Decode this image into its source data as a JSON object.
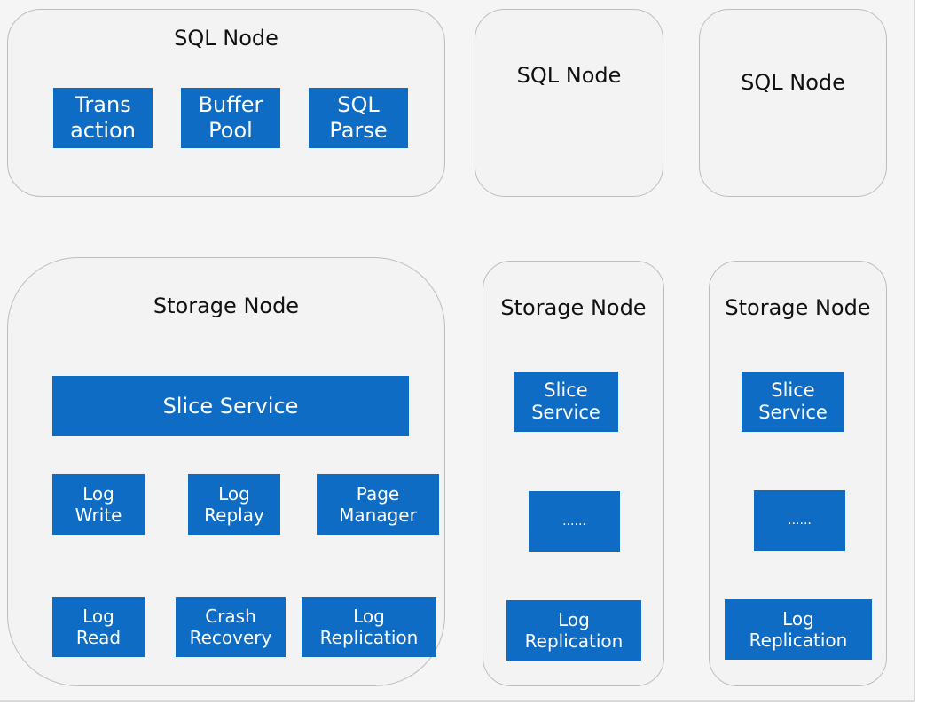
{
  "sql_nodes": [
    {
      "title": "SQL Node",
      "blocks": [
        {
          "lines": [
            "Trans",
            "action"
          ]
        },
        {
          "lines": [
            "Buffer",
            "Pool"
          ]
        },
        {
          "lines": [
            "SQL",
            "Parse"
          ]
        }
      ]
    },
    {
      "title": "SQL Node"
    },
    {
      "title": "SQL Node"
    }
  ],
  "storage_nodes": [
    {
      "title": "Storage Node",
      "slice_service": "Slice Service",
      "blocks": [
        {
          "lines": [
            "Log",
            "Write"
          ]
        },
        {
          "lines": [
            "Log",
            "Replay"
          ]
        },
        {
          "lines": [
            "Page",
            "Manager"
          ]
        },
        {
          "lines": [
            "Log",
            "Read"
          ]
        },
        {
          "lines": [
            "Crash",
            "Recovery"
          ]
        },
        {
          "lines": [
            "Log",
            "Replication"
          ]
        }
      ]
    },
    {
      "title": "Storage Node",
      "blocks": [
        {
          "lines": [
            "Slice",
            "Service"
          ]
        },
        {
          "lines": [
            "......"
          ]
        },
        {
          "lines": [
            "Log",
            "Replication"
          ]
        }
      ]
    },
    {
      "title": "Storage Node",
      "blocks": [
        {
          "lines": [
            "Slice",
            "Service"
          ]
        },
        {
          "lines": [
            "......"
          ]
        },
        {
          "lines": [
            "Log",
            "Replication"
          ]
        }
      ]
    }
  ],
  "colors": {
    "block_fill": "#0f6cc4",
    "block_text": "#ffffff",
    "node_fill": "#f3f3f3",
    "node_border": "#bdbdbd"
  }
}
